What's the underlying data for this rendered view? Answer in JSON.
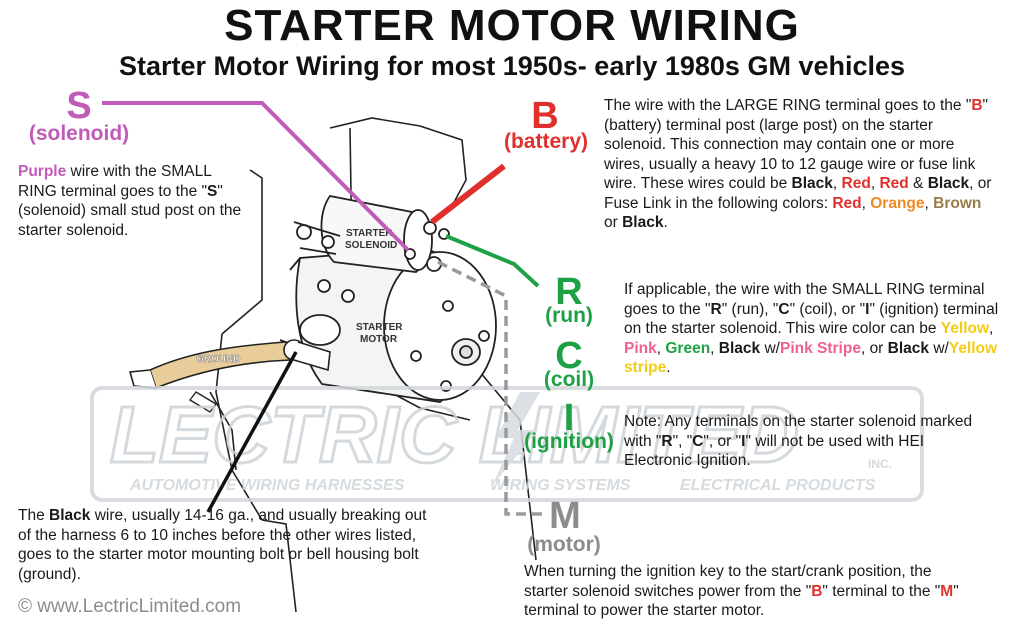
{
  "header": {
    "title": "STARTER MOTOR WIRING",
    "subtitle": "Starter Motor Wiring for most 1950s- early 1980s GM vehicles"
  },
  "colors": {
    "purple": "#c05bb8",
    "red": "#e0302e",
    "green": "#1ea044",
    "gray": "#8c8c8c",
    "yellow": "#f2cc17",
    "pink": "#f0608e",
    "orange": "#f08a24",
    "brown": "#9b7b4a",
    "watermark": "#cfd5da"
  },
  "labels": {
    "s": {
      "letter": "S",
      "name": "(solenoid)"
    },
    "b": {
      "letter": "B",
      "name": "(battery)"
    },
    "r": {
      "letter": "R",
      "name": "(run)"
    },
    "c": {
      "letter": "C",
      "name": "(coil)"
    },
    "i": {
      "letter": "I",
      "name": "(ignition)"
    },
    "m": {
      "letter": "M",
      "name": "(motor)"
    }
  },
  "diagram_labels": {
    "solenoid": [
      "STARTER",
      "SOLENOID"
    ],
    "motor": [
      "STARTER",
      "MOTOR"
    ],
    "ground": "GROUND"
  },
  "watermark": {
    "brand": "LECTRIC LIMITED",
    "inc": "INC.",
    "tagline1": "AUTOMOTIVE WIRING HARNESSES",
    "tagline2": "WIRING SYSTEMS",
    "tagline3": "ELECTRICAL PRODUCTS"
  },
  "purple_text": {
    "w1": "Purple",
    "t1": " wire with the SMALL RING terminal goes to the \"",
    "t2": "S",
    "t3": "\" (solenoid) small stud post on the starter solenoid."
  },
  "battery_text": {
    "t1": "The wire with the LARGE RING terminal goes to the \"",
    "t2": "B",
    "t3": "\" (battery) terminal post (large post) on the starter solenoid. This connection may contain one or more wires, usually a heavy 10 to 12 gauge wire or fuse link wire. These wires could be ",
    "c1": "Black",
    "s1": ", ",
    "c2": "Red",
    "s2": ", ",
    "c3": "Red",
    "s3": " & ",
    "c4": "Black",
    "t4": ", or Fuse Link in the following colors: ",
    "c5": "Red",
    "s4": ", ",
    "c6": "Orange",
    "s5": ", ",
    "c7": "Brown",
    "s6": " or ",
    "c8": "Black",
    "t5": "."
  },
  "rci_text": {
    "t1": "If applicable, the wire with the SMALL RING terminal goes to the \"",
    "r": "R",
    "t2": "\" (run), \"",
    "c": "C",
    "t3": "\" (coil), or \"",
    "i": "I",
    "t4": "\" (ignition) terminal on the starter solenoid.  This wire color can be ",
    "y": "Yellow",
    "s1": ", ",
    "p": "Pink",
    "s2": ", ",
    "g": "Green",
    "s3": ", ",
    "bk1": "Black",
    "s4": " w/",
    "ps": "Pink Stripe",
    "s5": ", or ",
    "bk2": "Black",
    "s6": " w/",
    "ys": "Yellow stripe",
    "t5": "."
  },
  "note_text": {
    "t1": "Note: Any terminals on the starter solenoid marked with \"",
    "r": "R",
    "t2": "\", \"",
    "c": "C",
    "t3": "\", or \"",
    "i": "I",
    "t4": "\" will not be used with HEI Electronic Ignition."
  },
  "black_text": {
    "t1": "The ",
    "w": "Black",
    "t2": " wire, usually 14-16 ga., and usually breaking out of the harness 6 to 10 inches before the other wires listed, goes to the starter motor mounting bolt or bell housing bolt (ground)."
  },
  "motor_text": {
    "t1": "When turning the ignition key to the start/crank position, the starter solenoid switches power from the \"",
    "b": "B",
    "t2": "\" terminal to the \"",
    "m": "M",
    "t3": "\" terminal to power the starter motor."
  },
  "footer": {
    "copyright": "© www.LectricLimited.com"
  }
}
